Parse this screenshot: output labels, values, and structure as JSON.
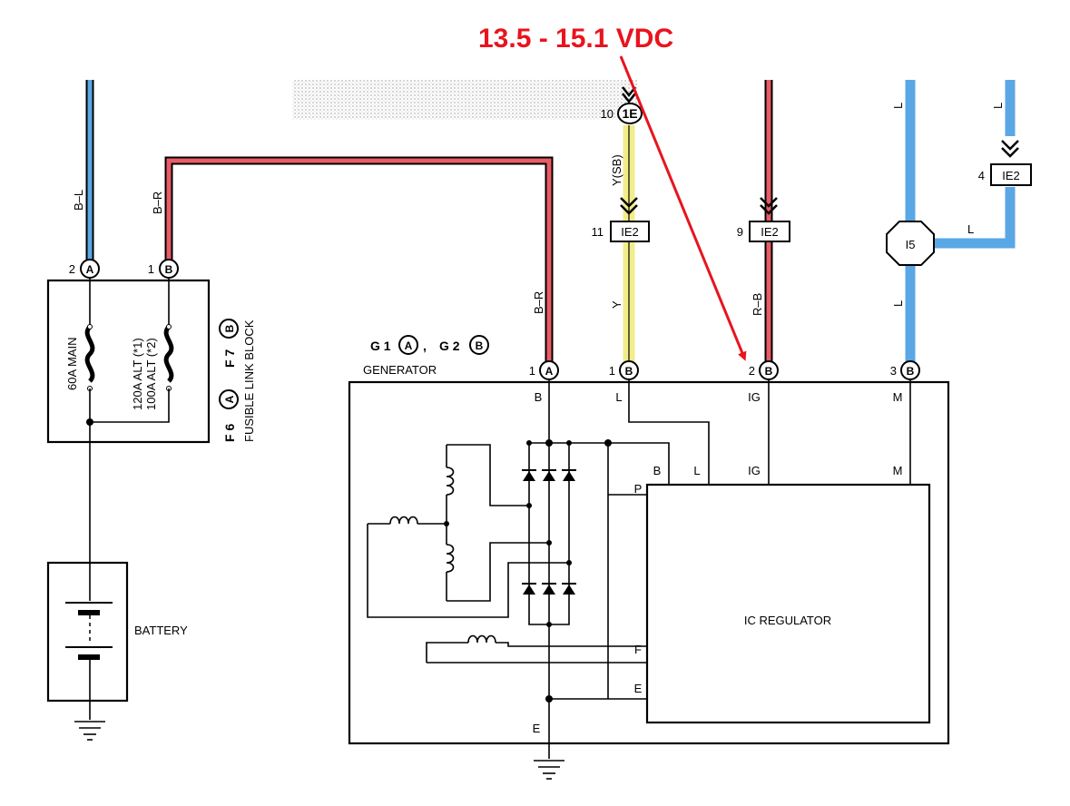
{
  "callout": {
    "text": "13.5 - 15.1 VDC",
    "color": "#e8141e"
  },
  "wire_colors": {
    "blue": "#5aa7e6",
    "red": "#e85c66",
    "yellow": "#f2ec8a"
  },
  "wires": {
    "b_l": "B–L",
    "b_r_left": "B–R",
    "b_r_right": "B–R",
    "y_sb": "Y(SB)",
    "y": "Y",
    "r_b": "R–B",
    "l_top": "L",
    "l_right_top": "L",
    "l_horizontal": "L",
    "l_lower": "L"
  },
  "connectors": {
    "c10": {
      "num": "10",
      "label": "1E"
    },
    "c11": {
      "num": "11",
      "label": "IE2"
    },
    "c9": {
      "num": "9",
      "label": "IE2"
    },
    "c4": {
      "num": "4",
      "label": "IE2"
    },
    "junction": "I5"
  },
  "fusible_link_block": {
    "pin_a": {
      "num": "2",
      "letter": "A"
    },
    "pin_b": {
      "num": "1",
      "letter": "B"
    },
    "fuse_main": "60A MAIN",
    "fuse_alt_1": "120A ALT (*1)",
    "fuse_alt_2": "100A ALT (*2)",
    "f6": "F 6",
    "f6_letter": "A",
    "f7": "F 7",
    "f7_letter": "B",
    "title": "FUSIBLE LINK BLOCK"
  },
  "battery": {
    "label": "BATTERY"
  },
  "generator": {
    "g1": "G 1",
    "g1_letter": "A",
    "g2": "G 2",
    "g2_letter": "B",
    "sep": ",",
    "title": "GENERATOR",
    "pins": [
      {
        "num": "1",
        "letter": "A",
        "term": "B"
      },
      {
        "num": "1",
        "letter": "B",
        "term": "L"
      },
      {
        "num": "2",
        "letter": "B",
        "term": "IG"
      },
      {
        "num": "3",
        "letter": "B",
        "term": "M"
      }
    ],
    "ground_label": "E"
  },
  "regulator": {
    "title": "IC REGULATOR",
    "terms": {
      "b": "B",
      "l": "L",
      "ig": "IG",
      "m": "M",
      "p": "P",
      "f": "F",
      "e": "E"
    }
  }
}
